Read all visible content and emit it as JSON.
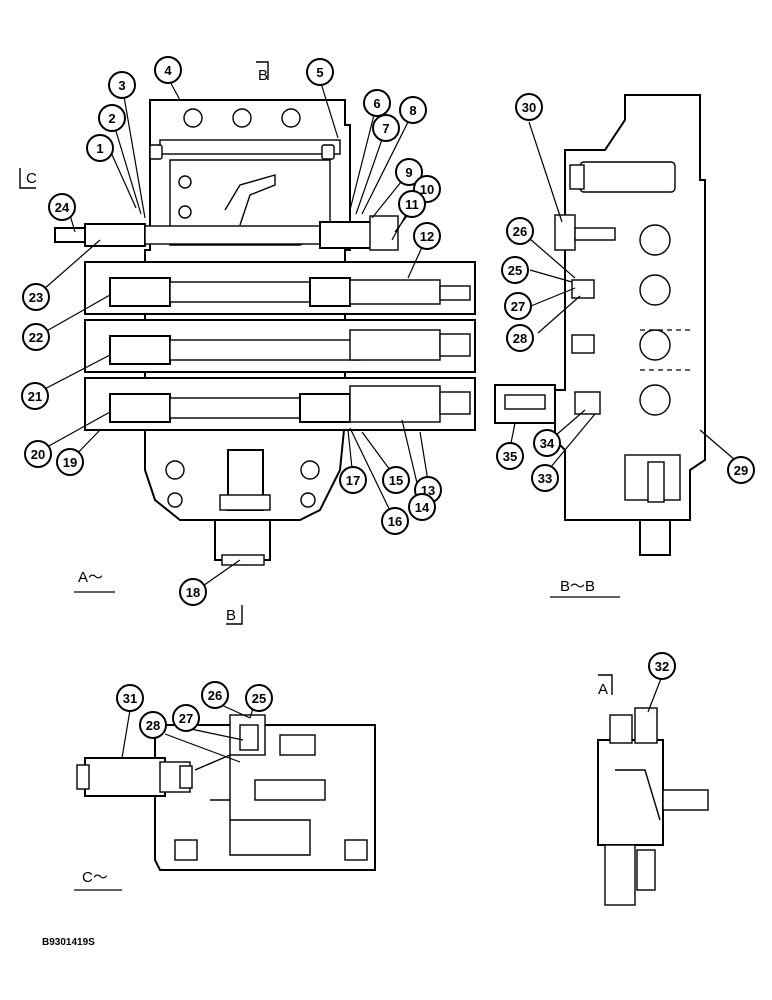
{
  "drawing_code": "B9301419S",
  "views": {
    "a": {
      "label": "A～"
    },
    "bb": {
      "label": "B～B"
    },
    "c": {
      "label": "C～"
    }
  },
  "section_marks": {
    "b_top": "B",
    "b_bottom": "B",
    "c_left": "C",
    "a_right": "A"
  },
  "callouts": [
    "1",
    "2",
    "3",
    "4",
    "5",
    "6",
    "7",
    "8",
    "9",
    "10",
    "11",
    "12",
    "13",
    "14",
    "15",
    "16",
    "17",
    "18",
    "19",
    "20",
    "21",
    "22",
    "23",
    "24",
    "30",
    "26",
    "25",
    "27",
    "28",
    "35",
    "34",
    "33",
    "29",
    "31",
    "28",
    "27",
    "26",
    "25",
    "32"
  ]
}
